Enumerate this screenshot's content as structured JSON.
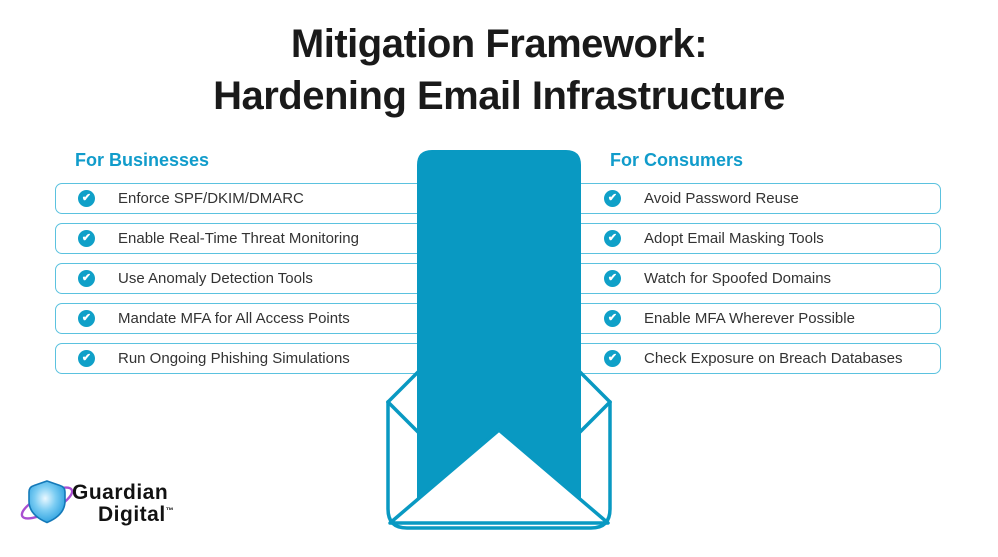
{
  "title": {
    "line1": "Mitigation Framework:",
    "line2": "Hardening Email Infrastructure"
  },
  "columns": [
    {
      "header": "For Businesses",
      "items": [
        {
          "text": "Enforce SPF/DKIM/DMARC"
        },
        {
          "text": "Enable Real-Time Threat Monitoring"
        },
        {
          "text": "Use Anomaly Detection Tools"
        },
        {
          "text": "Mandate MFA for All Access Points"
        },
        {
          "text": "Run Ongoing Phishing Simulations"
        }
      ]
    },
    {
      "header": "For Consumers",
      "items": [
        {
          "text": "Avoid Password Reuse"
        },
        {
          "text": "Adopt Email Masking Tools"
        },
        {
          "text": "Watch for Spoofed Domains"
        },
        {
          "text": "Enable MFA Wherever Possible"
        },
        {
          "text": "Check Exposure on Breach Databases"
        }
      ]
    }
  ],
  "icons": {
    "item_check": "check-circle-icon",
    "check_glyph": "✔",
    "center_graphic": "down-arrow-into-envelope"
  },
  "logo": {
    "line1": "Guardian",
    "line2": "Digital",
    "tm": "™"
  },
  "colors": {
    "brand_teal": "#0999C2",
    "check_circle": "#0FA0C8",
    "box_border": "#5BC2DF",
    "header_text": "#119CCB",
    "title_text": "#1a1a1a",
    "item_text": "#333333",
    "shield_blue": "#29A3E3",
    "swoosh_purple": "#A94FD1"
  }
}
